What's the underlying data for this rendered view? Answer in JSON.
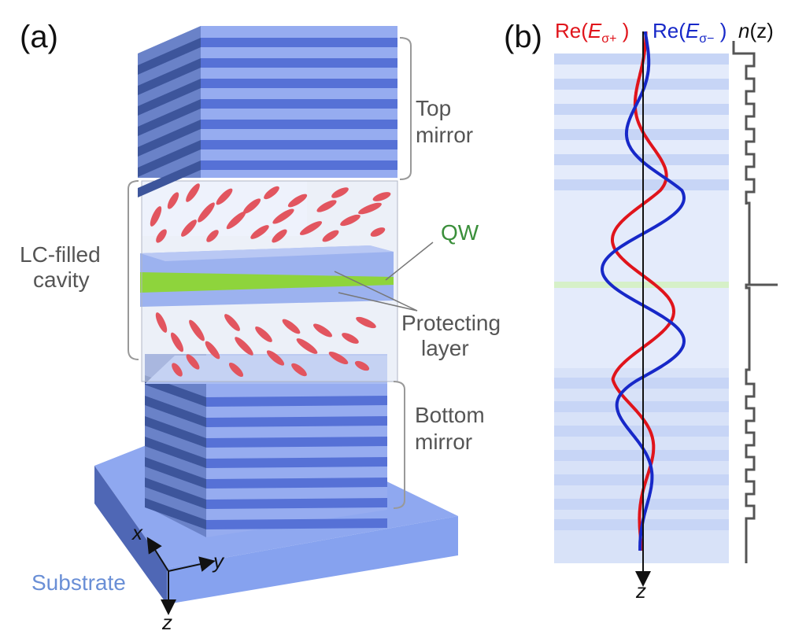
{
  "panel_a": {
    "tag": "(a)",
    "labels": {
      "top_mirror_1": "Top",
      "top_mirror_2": "mirror",
      "cavity_1": "LC-filled",
      "cavity_2": "cavity",
      "qw": "QW",
      "protecting_1": "Protecting",
      "protecting_2": "layer",
      "bottom_mirror_1": "Bottom",
      "bottom_mirror_2": "mirror",
      "substrate": "Substrate"
    },
    "axes": {
      "x": "x",
      "y": "y",
      "z": "z"
    }
  },
  "panel_b": {
    "tag": "(b)",
    "legend": {
      "sigma_plus": {
        "pre": "Re(",
        "E": "E",
        "sub": "σ+",
        "post": " )"
      },
      "sigma_minus": {
        "pre": "Re(",
        "E": "E",
        "sub": "σ−",
        "post": " )"
      }
    },
    "n_label": {
      "n": "n",
      "z": "(z)"
    },
    "z_axis": "z"
  },
  "colors": {
    "mirror_light": "#96acf0",
    "mirror_dark": "#5671d6",
    "mirror_side_dark": "#3d559b",
    "mirror_side_light": "#6a82c8",
    "lc_molecule": "#e2555f",
    "qw_green": "#8ed43c",
    "qw_text": "#3b8f3b",
    "sigma_plus": "#e0141b",
    "sigma_minus": "#1728c8",
    "label_gray": "#555555",
    "substrate_text": "#6a8fd6",
    "band_light": "#e4ebfb",
    "band_dark": "#c7d5f6"
  }
}
